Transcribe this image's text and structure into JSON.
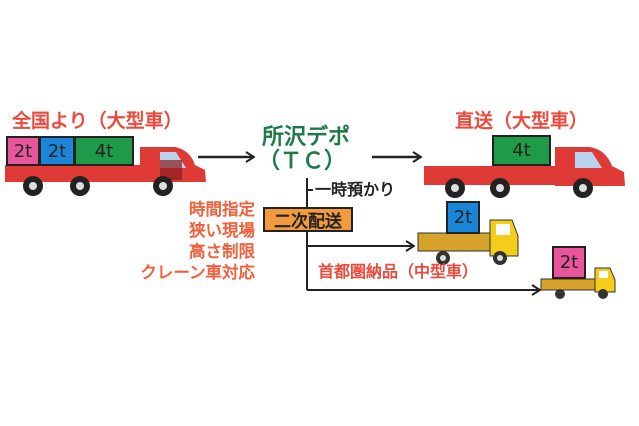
{
  "colors": {
    "red_text": "#ec4a3c",
    "green_text": "#1d7a47",
    "orange_box": "#f39a3c",
    "truck_red": "#e03a36",
    "truck_yellow": "#f3cd1a",
    "pink": "#e8559a",
    "blue": "#1b86d8",
    "green": "#1f9a48"
  },
  "source": {
    "label": "全国より（大型車）",
    "cargo": [
      "2t",
      "2t",
      "4t"
    ]
  },
  "depot": {
    "name": "所沢デポ",
    "code": "（ＴＣ）"
  },
  "direct": {
    "label": "直送（大型車）",
    "cargo": "4t"
  },
  "temporary": {
    "label": "一時預かり"
  },
  "secondary": {
    "label": "二次配送",
    "reasons": [
      "時間指定",
      "狭い現場",
      "高さ制限",
      "クレーン車対応"
    ],
    "cargo": "2t"
  },
  "metro": {
    "label": "首都圏納品（中型車）",
    "cargo": "2t"
  }
}
